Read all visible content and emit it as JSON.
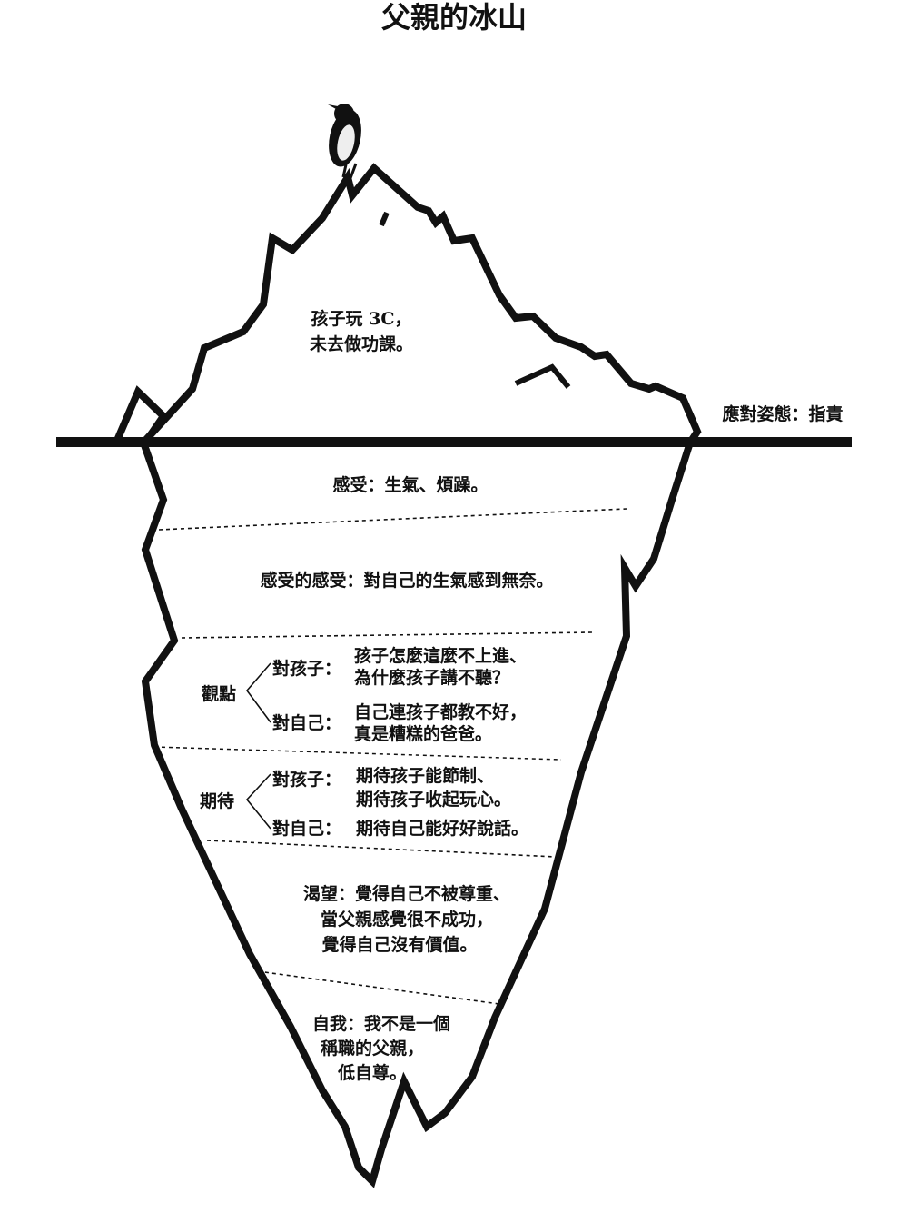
{
  "title": "父親的冰山",
  "tip": {
    "line1": "孩子玩 3C，",
    "line2": "未去做功課。"
  },
  "coping_stance": "應對姿態：指責",
  "feelings": "感受：生氣、煩躁。",
  "feelings_about_feelings": "感受的感受：對自己的生氣感到無奈。",
  "perceptions": {
    "label": "觀點",
    "about_child_label": "對孩子：",
    "about_child_line1": "孩子怎麼這麼不上進、",
    "about_child_line2": "為什麼孩子講不聽？",
    "about_self_label": "對自己：",
    "about_self_line1": "自己連孩子都教不好，",
    "about_self_line2": "真是糟糕的爸爸。"
  },
  "expectations": {
    "label": "期待",
    "about_child_label": "對孩子：",
    "about_child_line1": "期待孩子能節制、",
    "about_child_line2": "期待孩子收起玩心。",
    "about_self_label": "對自己：",
    "about_self_line1": "期待自己能好好說話。"
  },
  "yearnings": {
    "line1": "渴望：覺得自己不被尊重、",
    "line2": "當父親感覺很不成功，",
    "line3": "覺得自己沒有價值。"
  },
  "self": {
    "line1": "自我：我不是一個",
    "line2": "稱職的父親，",
    "line3": "低自尊。"
  }
}
